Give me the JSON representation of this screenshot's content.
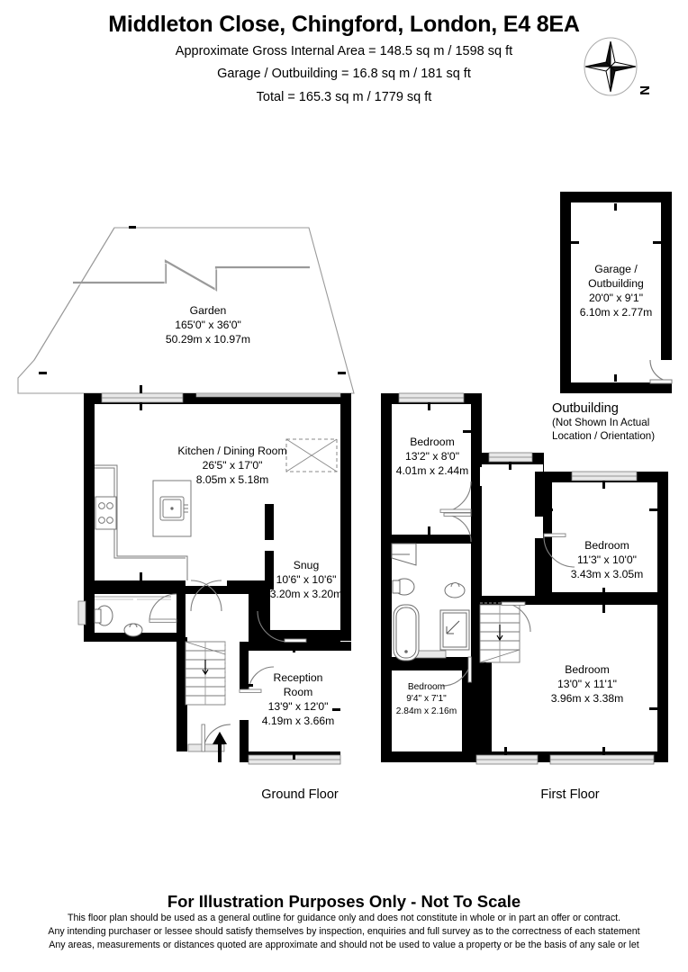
{
  "header": {
    "title": "Middleton Close, Chingford, London, E4 8EA",
    "line1": "Approximate Gross Internal Area = 148.5 sq m / 1598 sq ft",
    "line2": "Garage / Outbuilding = 16.8 sq m / 181 sq ft",
    "line3": "Total = 165.3 sq m / 1779 sq ft"
  },
  "compass": {
    "north_label": "N",
    "icon": "compass-rose-icon"
  },
  "floors": {
    "ground_label": "Ground Floor",
    "first_label": "First Floor"
  },
  "outbuilding_caption": {
    "line1": "Outbuilding",
    "line2": "(Not Shown In Actual",
    "line3": "Location / Orientation)"
  },
  "rooms": {
    "garden": {
      "name": "Garden",
      "imperial": "165'0\" x 36'0\"",
      "metric": "50.29m x 10.97m"
    },
    "garage": {
      "name_line1": "Garage /",
      "name_line2": "Outbuilding",
      "imperial": "20'0\" x 9'1\"",
      "metric": "6.10m x 2.77m"
    },
    "kitchen_dining": {
      "name": "Kitchen / Dining Room",
      "imperial": "26'5\" x 17'0\"",
      "metric": "8.05m x 5.18m"
    },
    "snug": {
      "name": "Snug",
      "imperial": "10'6\" x 10'6\"",
      "metric": "3.20m x 3.20m"
    },
    "reception": {
      "name_line1": "Reception",
      "name_line2": "Room",
      "imperial": "13'9\" x 12'0\"",
      "metric": "4.19m x 3.66m"
    },
    "bedroom1": {
      "name": "Bedroom",
      "imperial": "13'2\" x 8'0\"",
      "metric": "4.01m x 2.44m"
    },
    "bedroom2": {
      "name": "Bedroom",
      "imperial": "11'3\" x 10'0\"",
      "metric": "3.43m x 3.05m"
    },
    "bedroom3": {
      "name": "Bedroom",
      "imperial": "13'0\" x 11'1\"",
      "metric": "3.96m x 3.38m"
    },
    "bedroom4": {
      "name": "Bedroom",
      "imperial": "9'4\" x 7'1\"",
      "metric": "2.84m x 2.16m"
    }
  },
  "footer": {
    "title": "For Illustration Purposes Only - Not To Scale",
    "line1": "This floor plan should be used as a general outline for guidance only and does not constitute in whole or in part an offer or contract.",
    "line2": "Any intending purchaser or lessee should satisfy themselves by inspection, enquiries and full survey as to the correctness of each statement",
    "line3": "Any areas, measurements or distances quoted are approximate and should not be used to value a property or be the basis of any sale or let"
  },
  "colors": {
    "wall": "#000000",
    "fixture_line": "#808080",
    "garden_line": "#9a9a9a",
    "background": "#ffffff",
    "window_fill": "#e8e8e8"
  }
}
